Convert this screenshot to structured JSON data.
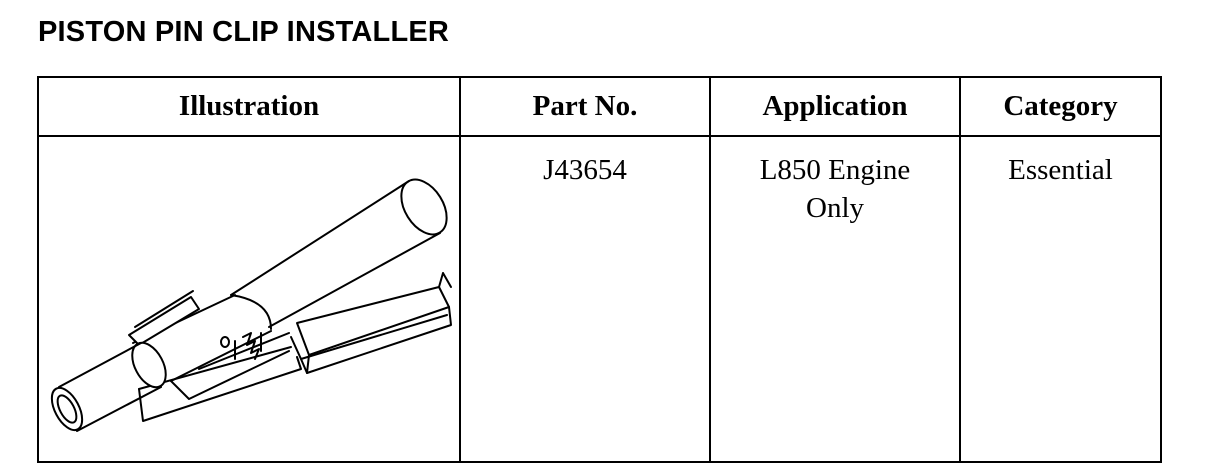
{
  "title": "PISTON PIN CLIP INSTALLER",
  "table": {
    "headers": [
      "Illustration",
      "Part No.",
      "Application",
      "Category"
    ],
    "rows": [
      {
        "illustration_icon": "piston-pin-clip-installer-tool-drawing",
        "part_no": "J43654",
        "application": [
          "L850 Engine",
          "Only"
        ],
        "category": "Essential"
      }
    ]
  }
}
